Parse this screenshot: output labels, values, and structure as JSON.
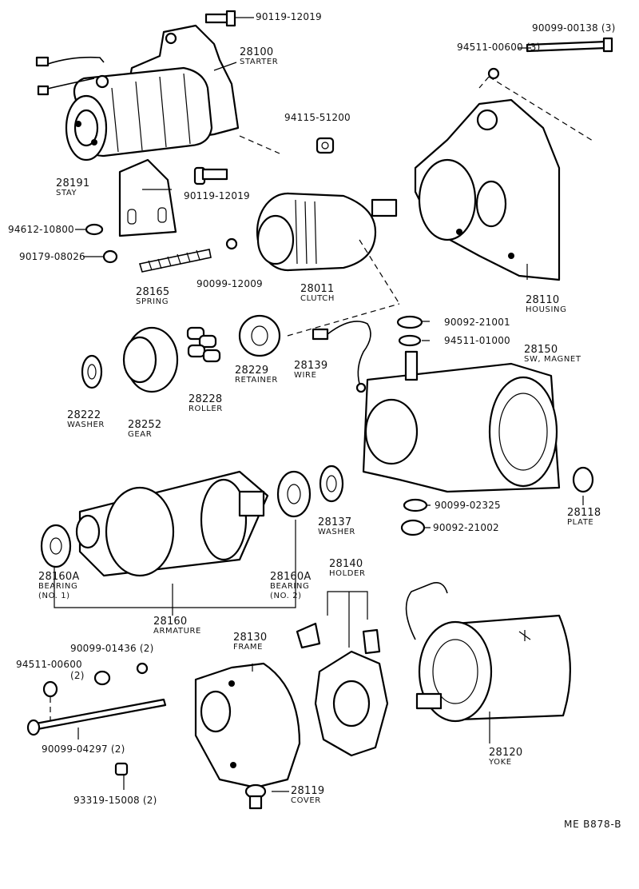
{
  "parts": {
    "p28100": {
      "number": "28100",
      "name": "STARTER"
    },
    "p28191": {
      "number": "28191",
      "name": "STAY"
    },
    "p28165": {
      "number": "28165",
      "name": "SPRING"
    },
    "p28011": {
      "number": "28011",
      "name": "CLUTCH"
    },
    "p28110": {
      "number": "28110",
      "name": "HOUSING"
    },
    "p28222": {
      "number": "28222",
      "name": "WASHER"
    },
    "p28252": {
      "number": "28252",
      "name": "GEAR"
    },
    "p28228": {
      "number": "28228",
      "name": "ROLLER"
    },
    "p28229": {
      "number": "28229",
      "name": "RETAINER"
    },
    "p28139": {
      "number": "28139",
      "name": "WIRE"
    },
    "p28150": {
      "number": "28150",
      "name": "SW, MAGNET"
    },
    "p28137": {
      "number": "28137",
      "name": "WASHER"
    },
    "p28118": {
      "number": "28118",
      "name": "PLATE"
    },
    "p28160A1": {
      "number": "28160A",
      "name": "BEARING",
      "note": "(NO. 1)"
    },
    "p28160A2": {
      "number": "28160A",
      "name": "BEARING",
      "note": "(NO. 2)"
    },
    "p28160": {
      "number": "28160",
      "name": "ARMATURE"
    },
    "p28140": {
      "number": "28140",
      "name": "HOLDER"
    },
    "p28130": {
      "number": "28130",
      "name": "FRAME"
    },
    "p28120": {
      "number": "28120",
      "name": "YOKE"
    },
    "p28119": {
      "number": "28119",
      "name": "COVER"
    }
  },
  "part_numbers": {
    "pn_90119_12019_top": "90119-12019",
    "pn_90099_00138": "90099-00138 (3)",
    "pn_94511_00600_3": "94511-00600 (3)",
    "pn_94115_51200": "94115-51200",
    "pn_90119_12019_mid": "90119-12019",
    "pn_94612_10800": "94612-10800",
    "pn_90179_08026": "90179-08026",
    "pn_90099_12009": "90099-12009",
    "pn_90092_21001": "90092-21001",
    "pn_94511_01000": "94511-01000",
    "pn_90099_02325": "90099-02325",
    "pn_90092_21002": "90092-21002",
    "pn_90099_01436": "90099-01436 (2)",
    "pn_94511_00600": "94511-00600",
    "pn_94511_00600_qty": "(2)",
    "pn_90099_04297": "90099-04297 (2)",
    "pn_93319_15008": "93319-15008 (2)"
  },
  "reference": "ME  B878-B"
}
